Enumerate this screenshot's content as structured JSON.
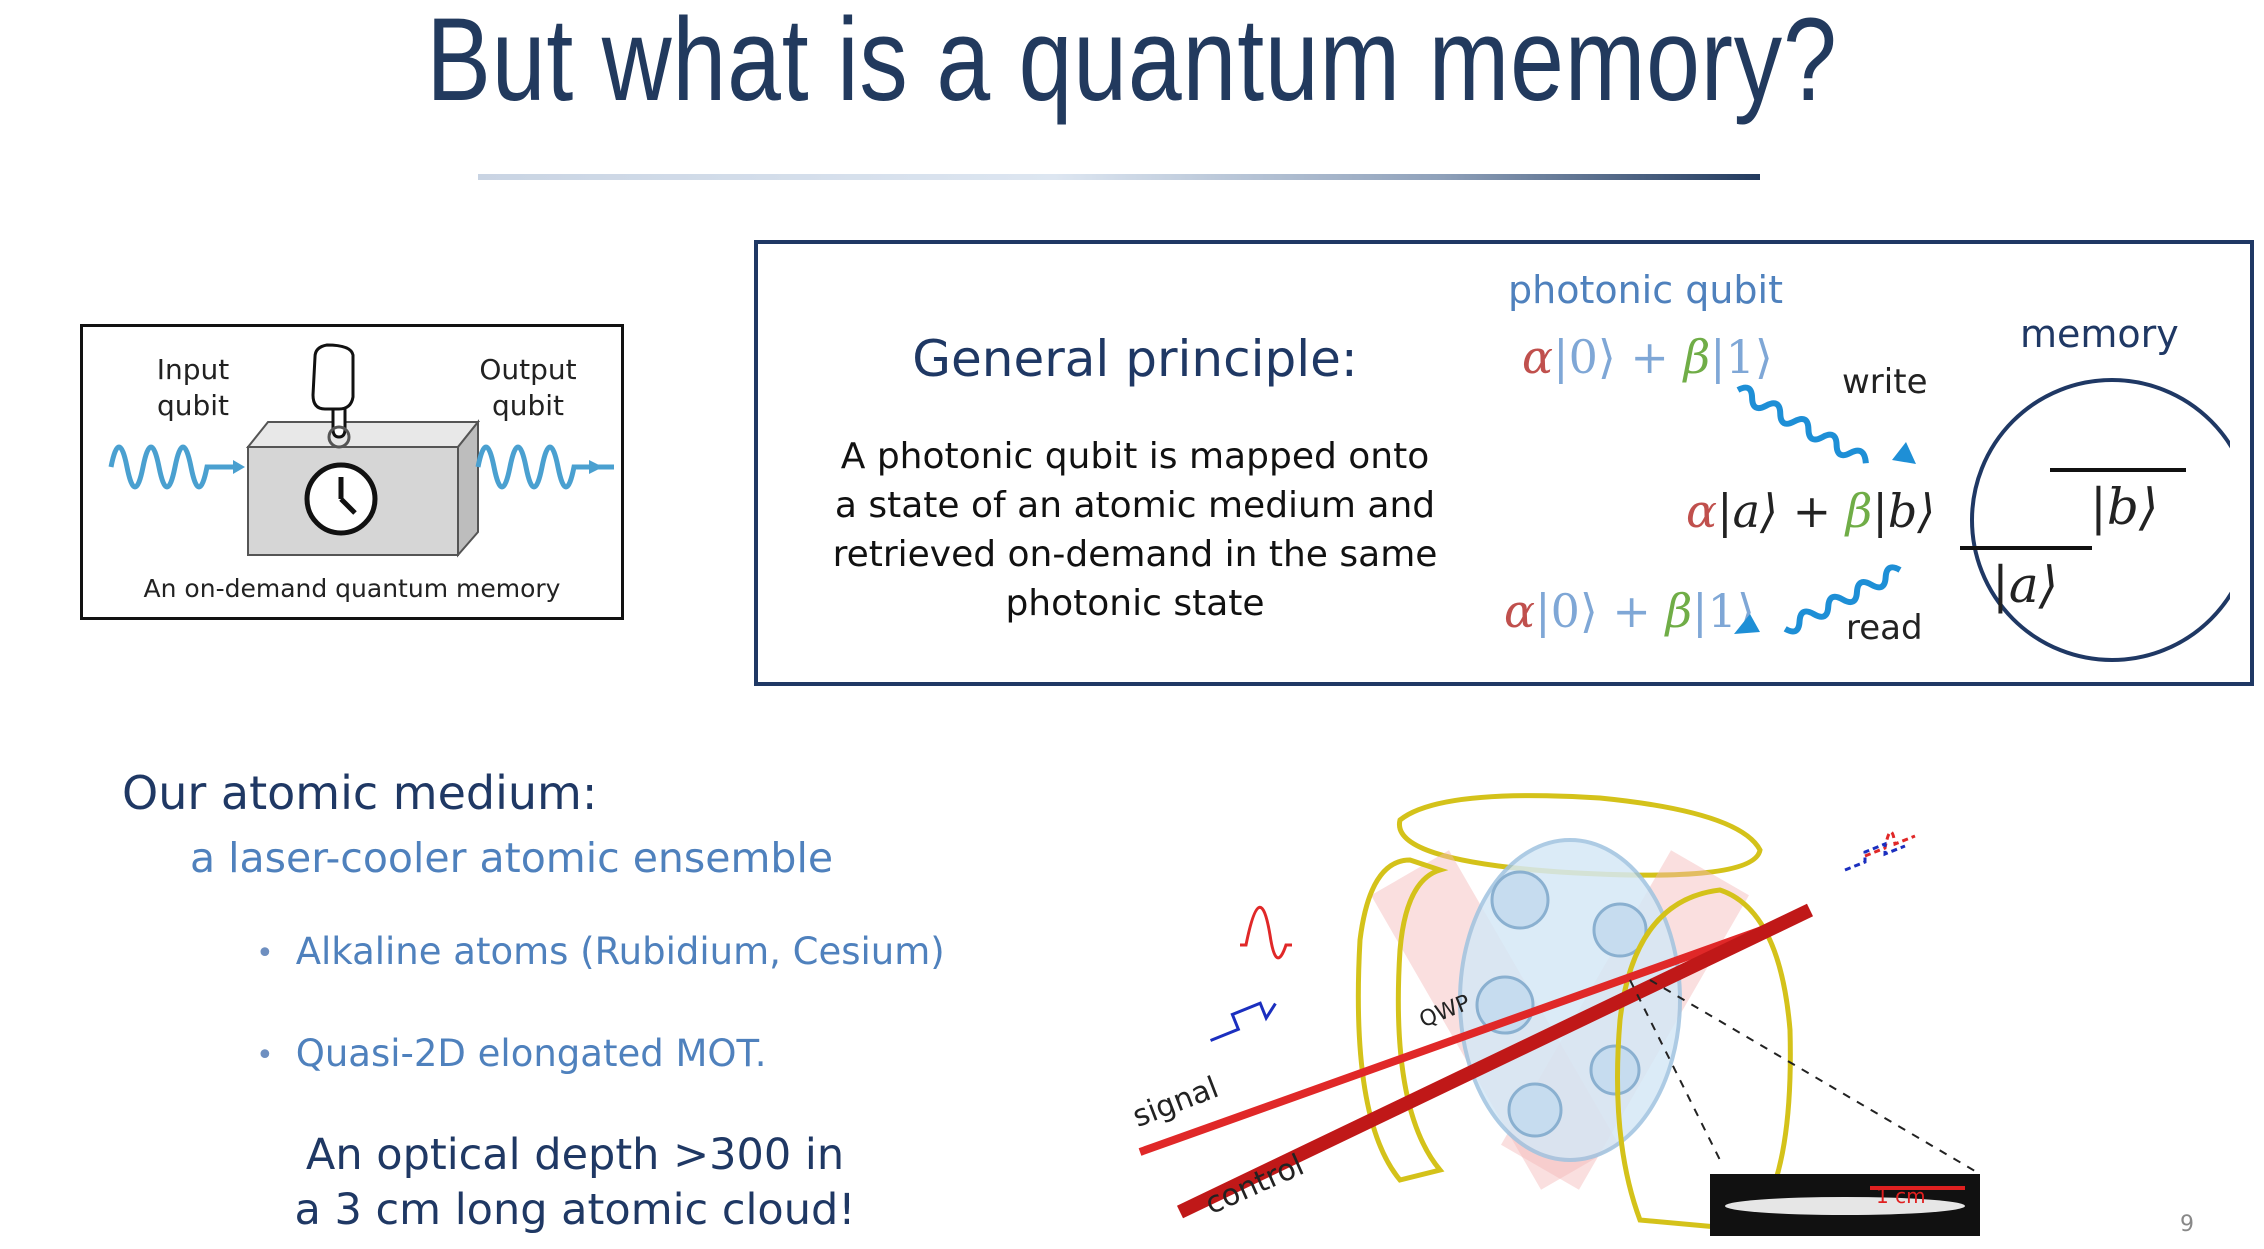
{
  "slide": {
    "title": "But what is a quantum memory?",
    "page_number": "9"
  },
  "memory_diagram": {
    "input_label_1": "Input",
    "input_label_2": "qubit",
    "output_label_1": "Output",
    "output_label_2": "qubit",
    "caption": "An on-demand quantum memory"
  },
  "principle": {
    "heading": "General principle:",
    "body_lines": [
      "A photonic qubit is mapped onto",
      "a state of an atomic medium and",
      "retrieved on-demand in the same",
      "photonic state"
    ],
    "photonic_qubit_label": "photonic qubit",
    "write_label": "write",
    "read_label": "read",
    "memory_label": "memory",
    "state_b": "|b⟩",
    "state_a": "|a⟩"
  },
  "medium": {
    "heading": "Our atomic medium:",
    "subheading": "a laser-cooler atomic ensemble",
    "bullets": [
      "Alkaline atoms (Rubidium, Cesium)",
      "Quasi-2D elongated MOT."
    ],
    "od_line_1": "An optical depth >300 in",
    "od_line_2": "a 3 cm long atomic cloud!"
  },
  "setup_figure": {
    "signal_label": "signal",
    "control_label": "control",
    "qwp_label": "QWP",
    "scale_label": "1 cm"
  },
  "colors": {
    "title": "#223a5e",
    "dark_blue": "#1f3864",
    "light_blue": "#4f81bd",
    "alpha_red": "#c0504d",
    "beta_green": "#70ad47",
    "ket_blue": "#7fa7d6",
    "wave_blue": "#1e8fd6"
  }
}
